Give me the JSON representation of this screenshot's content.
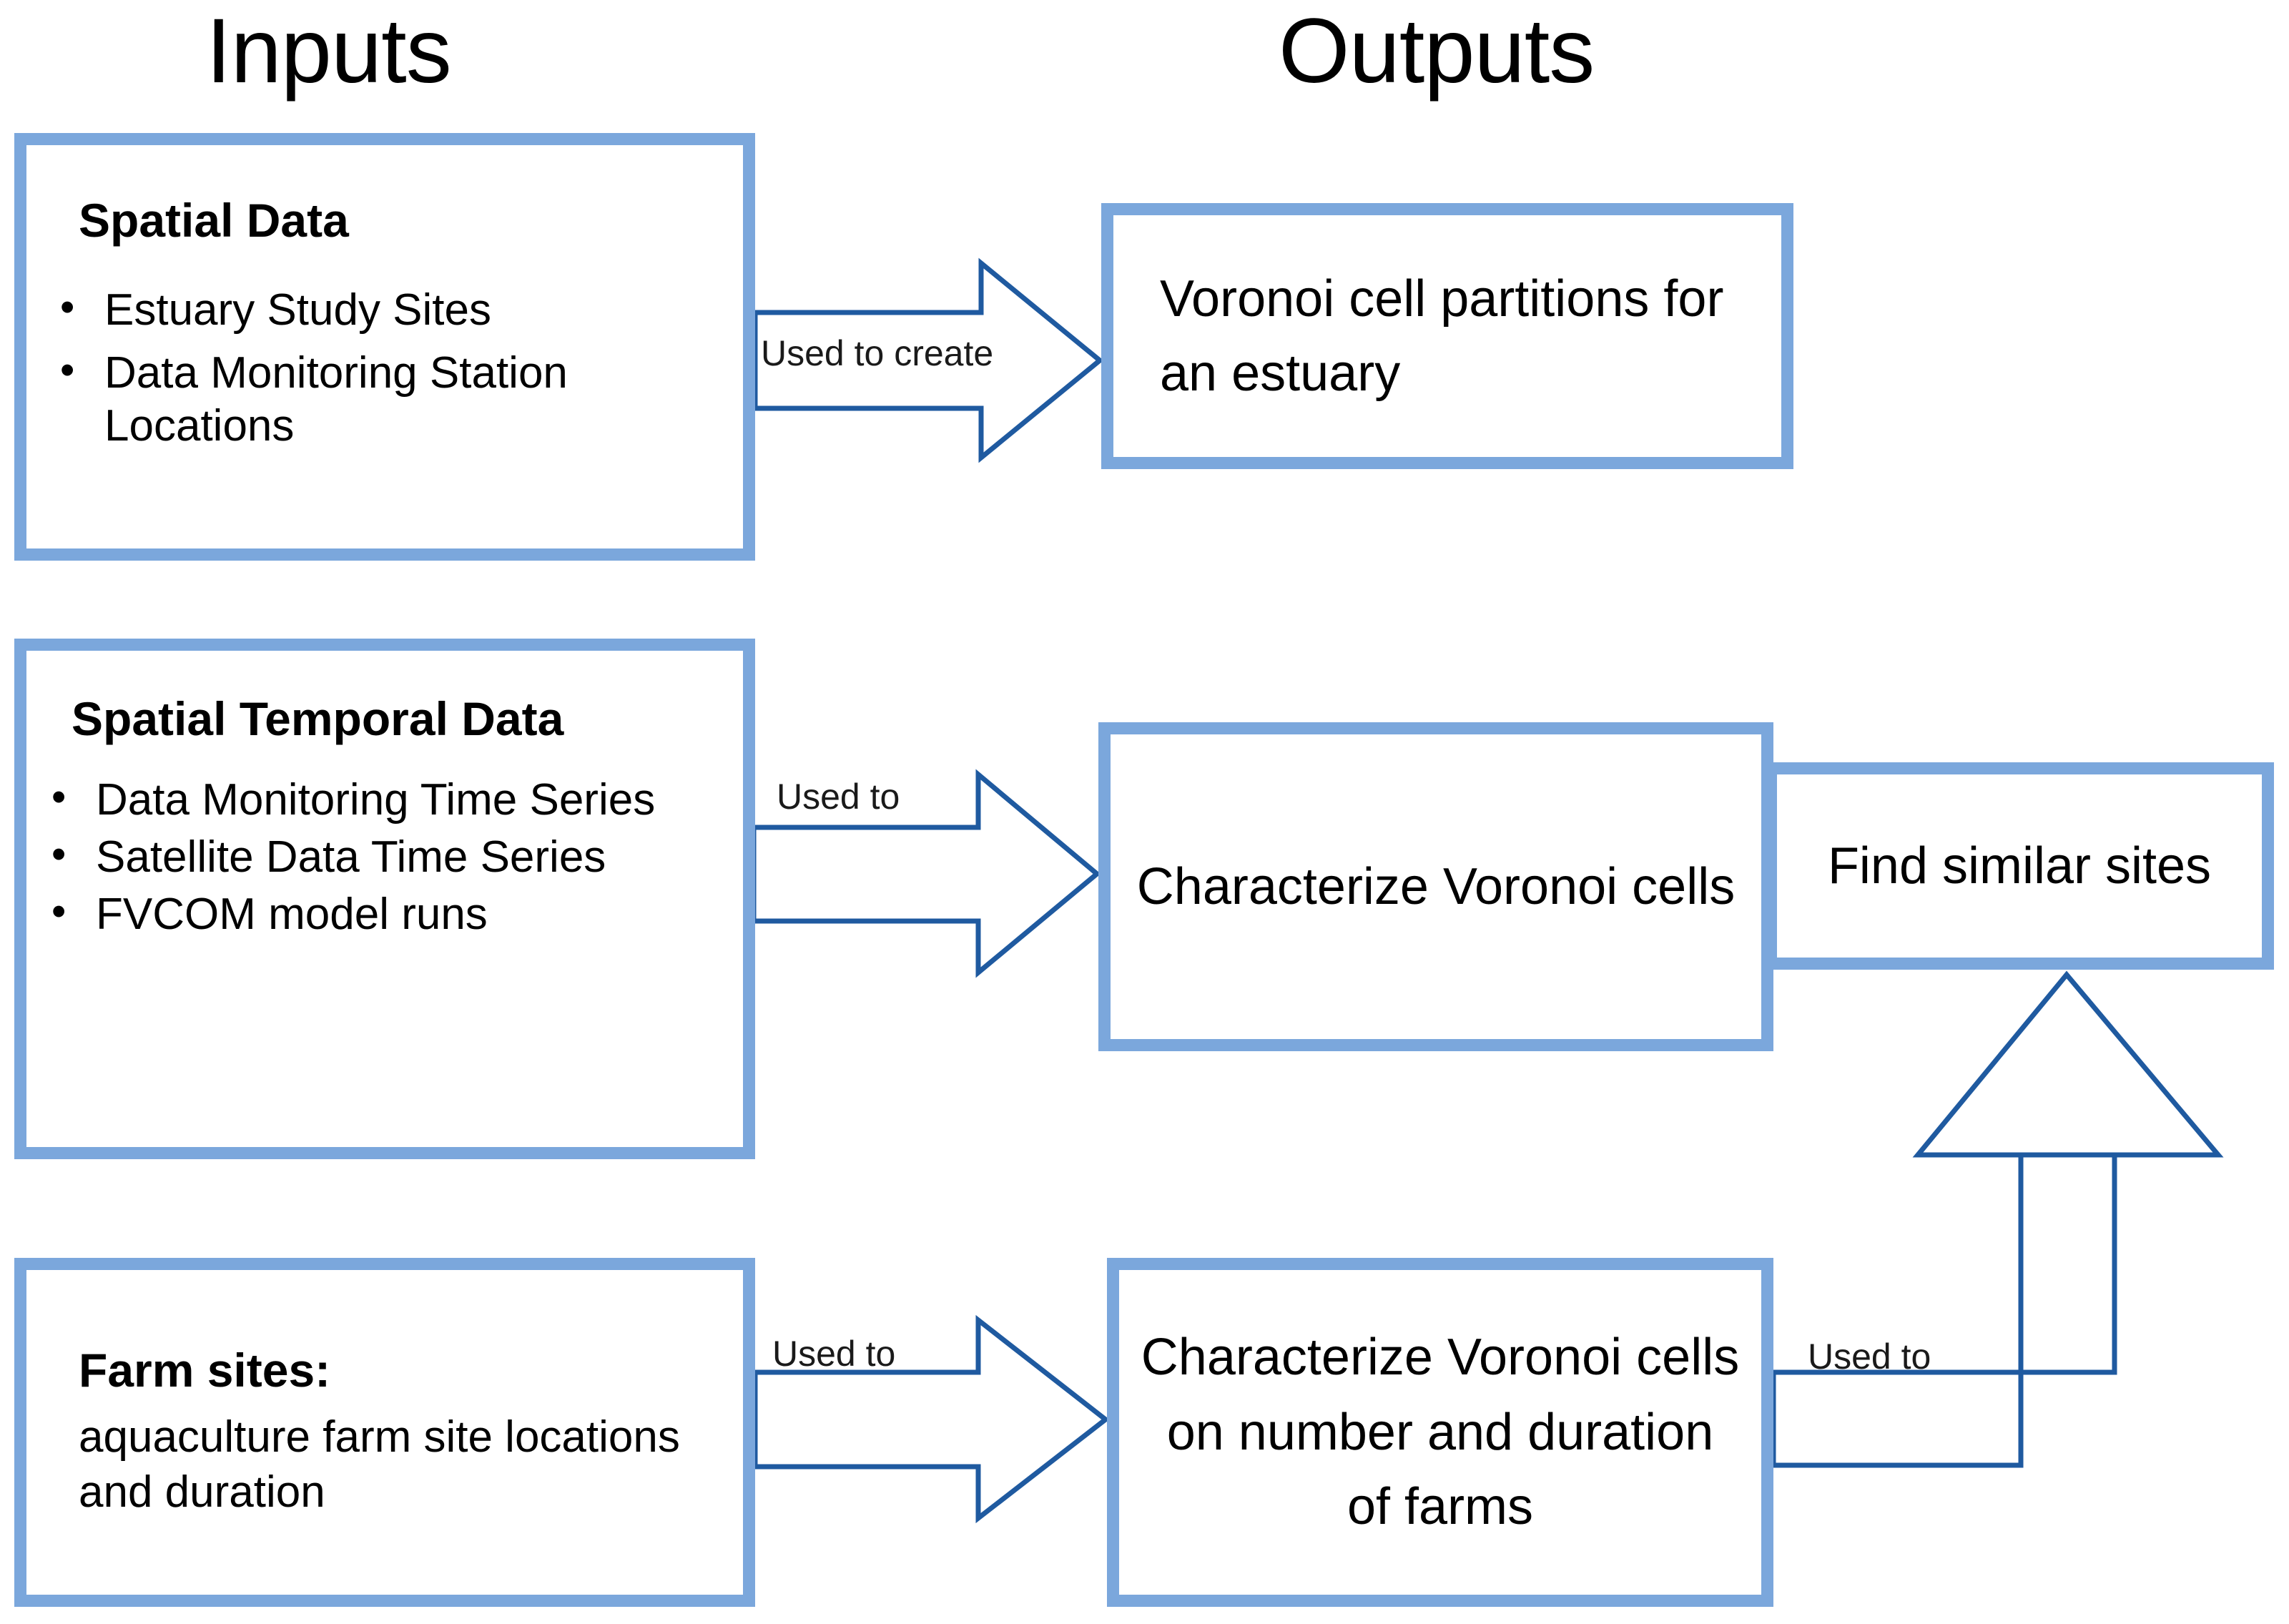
{
  "headings": {
    "inputs": "Inputs",
    "outputs": "Outputs"
  },
  "colors": {
    "box_border": "#7BA7DC",
    "arrow_stroke": "#1F5AA0",
    "arrow_fill": "#2272BE",
    "arrow_fill_stroke": "#1A4F85",
    "text": "#000000",
    "background": "#FFFFFF"
  },
  "inputs": [
    {
      "id": "spatial-data",
      "title": "Spatial Data",
      "bullets": [
        "Estuary Study Sites",
        "Data Monitoring Station Locations"
      ]
    },
    {
      "id": "spatial-temporal-data",
      "title": "Spatial Temporal Data",
      "bullets": [
        "Data Monitoring Time Series",
        "Satellite Data Time Series",
        "FVCOM model runs"
      ]
    },
    {
      "id": "farm-sites",
      "title": "Farm sites:",
      "subtitle": "aquaculture farm site locations and duration"
    }
  ],
  "outputs": [
    {
      "id": "voronoi-cell-partitions",
      "text": "Voronoi cell partitions for an estuary"
    },
    {
      "id": "characterize-voronoi-cells",
      "text": "Characterize Voronoi cells"
    },
    {
      "id": "find-similar-sites",
      "text": "Find similar sites"
    },
    {
      "id": "characterize-voronoi-cells-farms",
      "text": "Characterize Voronoi cells on number and duration of farms"
    }
  ],
  "arrows": [
    {
      "id": "spatial-data-to-partitions",
      "label": "Used to create",
      "direction": "right",
      "style": "outline"
    },
    {
      "id": "spatial-temporal-to-characterize",
      "label": "Used to",
      "direction": "right",
      "style": "outline"
    },
    {
      "id": "find-similar-to-characterize",
      "label": "",
      "direction": "left",
      "style": "filled"
    },
    {
      "id": "farm-sites-to-characterize-farms",
      "label": "Used to",
      "direction": "right",
      "style": "outline"
    },
    {
      "id": "characterize-farms-to-find-similar",
      "label": "Used to",
      "direction": "up-bent",
      "style": "outline"
    }
  ]
}
